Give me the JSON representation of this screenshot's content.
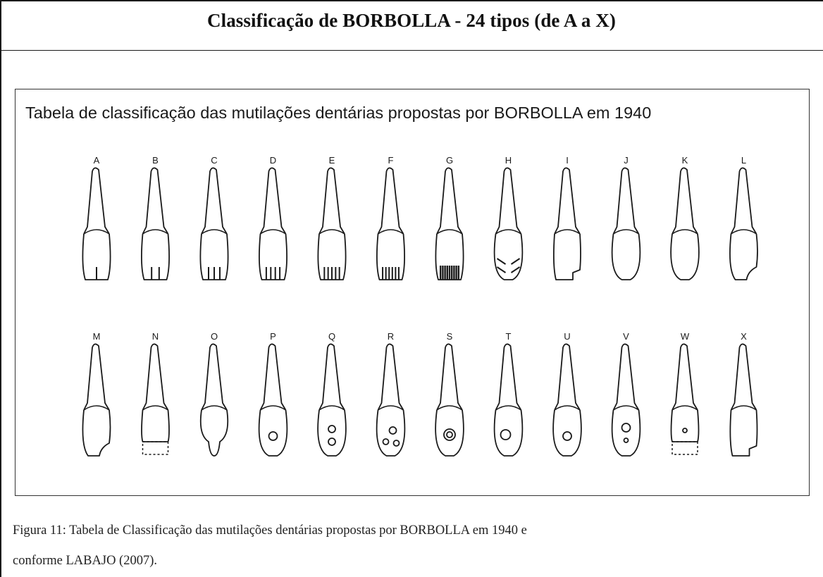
{
  "header": {
    "title": "Classificação de BORBOLLA - 24 tipos (de A a X)"
  },
  "figure": {
    "title": "Tabela de classificação das mutilações dentárias propostas por BORBOLLA em 1940",
    "row1_labels": [
      "A",
      "B",
      "C",
      "D",
      "E",
      "F",
      "G",
      "H",
      "I",
      "J",
      "K",
      "L"
    ],
    "row2_labels": [
      "M",
      "N",
      "O",
      "P",
      "Q",
      "R",
      "S",
      "T",
      "U",
      "V",
      "W",
      "X"
    ]
  },
  "caption": {
    "line1": "Figura 11: Tabela de Classificação das mutilações dentárias propostas por BORBOLLA em 1940 e",
    "line2": "conforme LABAJO (2007)."
  }
}
